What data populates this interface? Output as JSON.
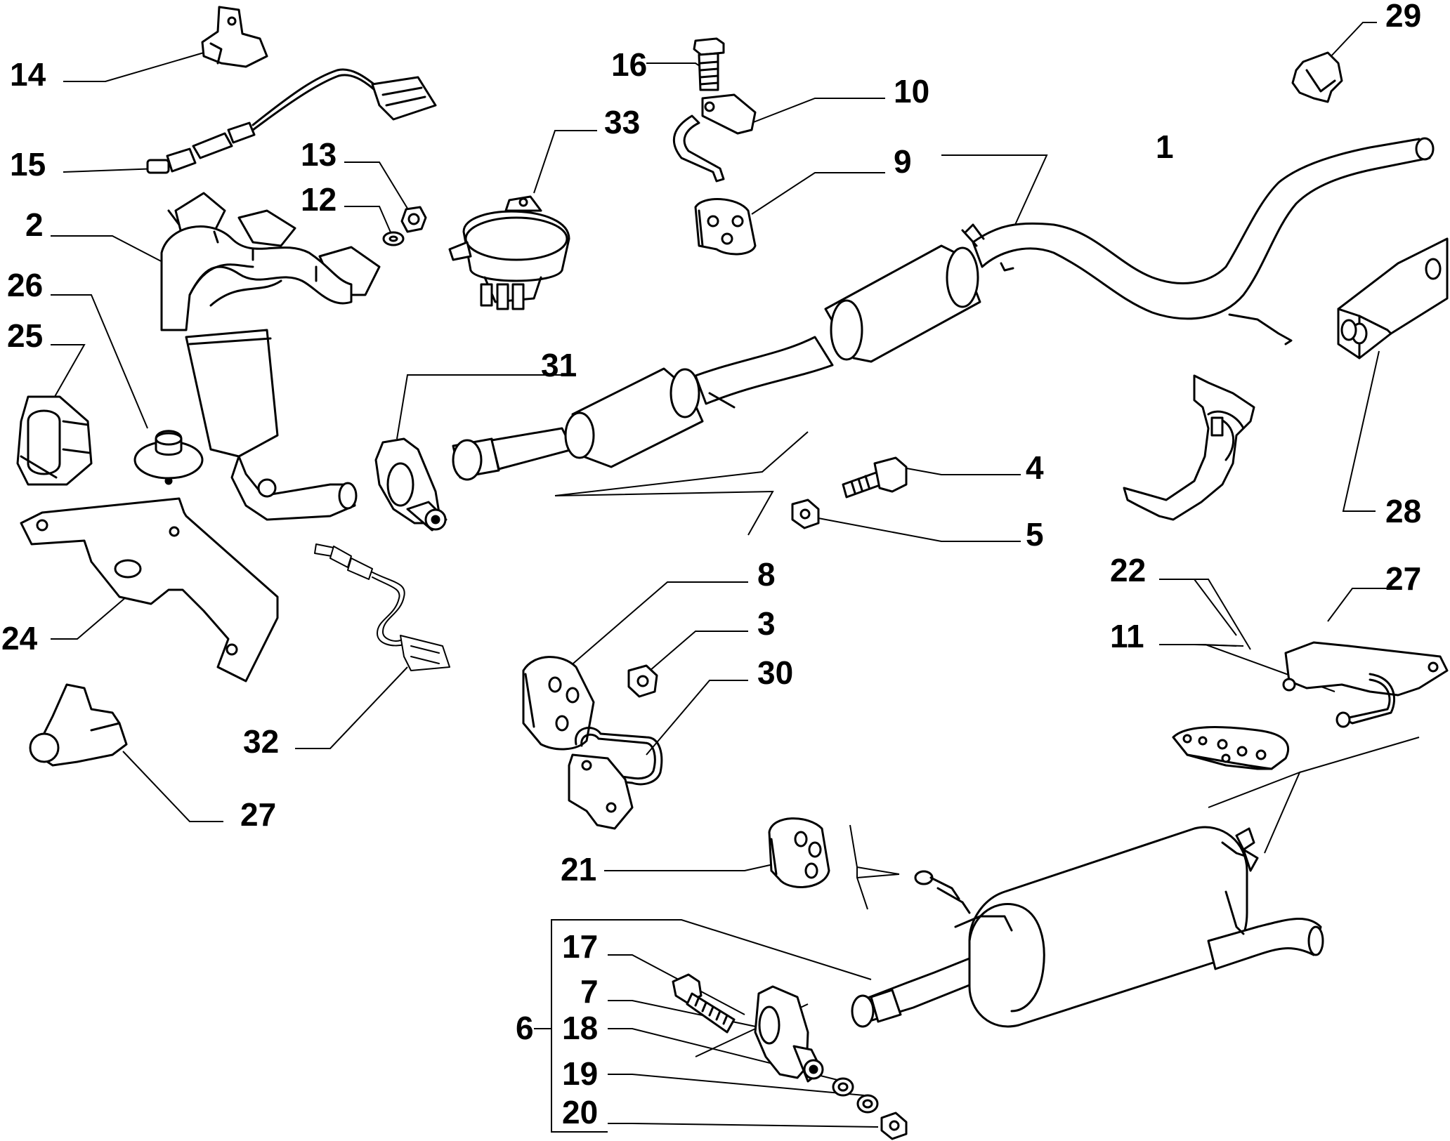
{
  "callouts": [
    "14",
    "15",
    "13",
    "12",
    "2",
    "26",
    "25",
    "24",
    "27",
    "32",
    "16",
    "10",
    "9",
    "33",
    "31",
    "1",
    "29",
    "28",
    "4",
    "5",
    "8",
    "3",
    "30",
    "21",
    "22",
    "11",
    "27",
    "6",
    "17",
    "7",
    "18",
    "19",
    "20"
  ]
}
